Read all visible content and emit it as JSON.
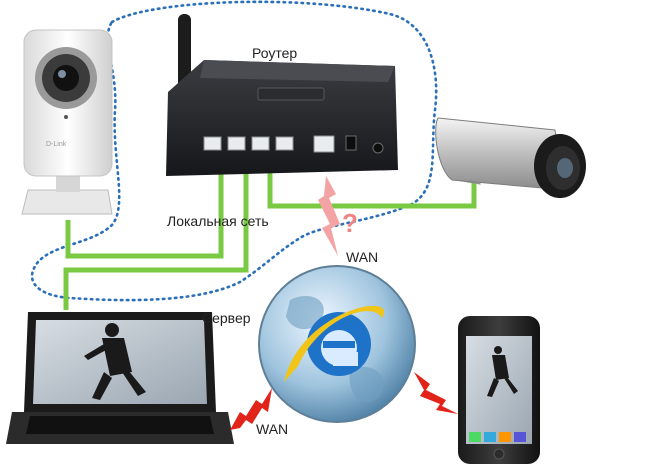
{
  "labels": {
    "router": "Роутер",
    "local_network": "Локальная сеть",
    "wan_top": "WAN",
    "server": "Сервер",
    "wan_bottom": "WAN",
    "question_mark": "?"
  },
  "colors": {
    "cable": "#7ac943",
    "dotted_loop": "#2a6fb8",
    "signal": "#e2231a",
    "signal_faded": "#f3a3a3"
  },
  "icons": {
    "ip_camera_indoor": "ip-camera-indoor-icon",
    "router": "router-icon",
    "bullet_camera": "bullet-camera-icon",
    "laptop": "laptop-icon",
    "internet_globe": "internet-explorer-globe-icon",
    "smartphone": "smartphone-icon"
  }
}
